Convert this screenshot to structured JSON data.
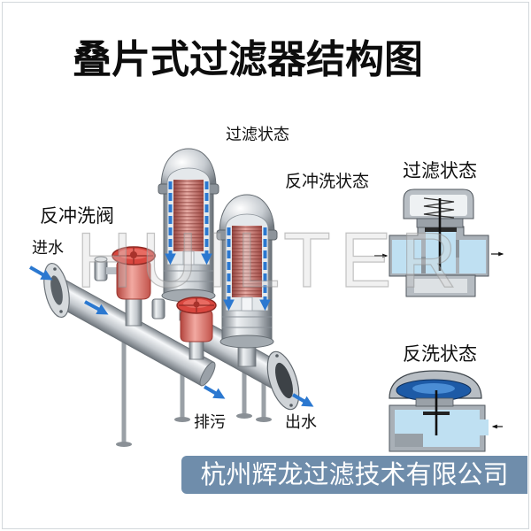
{
  "title": "叠片式过滤器结构图",
  "labels": {
    "filter_state": "过滤状态",
    "backwash_state": "反冲洗状态",
    "backwash_valve": "反冲洗阀",
    "inlet": "进水",
    "drain": "排污",
    "outlet": "出水"
  },
  "detail_panels": [
    {
      "label": "过滤状态"
    },
    {
      "label": "反洗状态"
    }
  ],
  "watermark": "HUILTER",
  "footer": {
    "company": "杭州辉龙过滤技术有限公司"
  },
  "colors": {
    "banner": "#6f8dab",
    "flow_arrow": "#2b78d0",
    "disc_stack": "#c9706a",
    "valve": "#d9463e",
    "water": "#bfe0f2",
    "diaphragm": "#1d5aa6",
    "metal": "#c3c8cd"
  }
}
